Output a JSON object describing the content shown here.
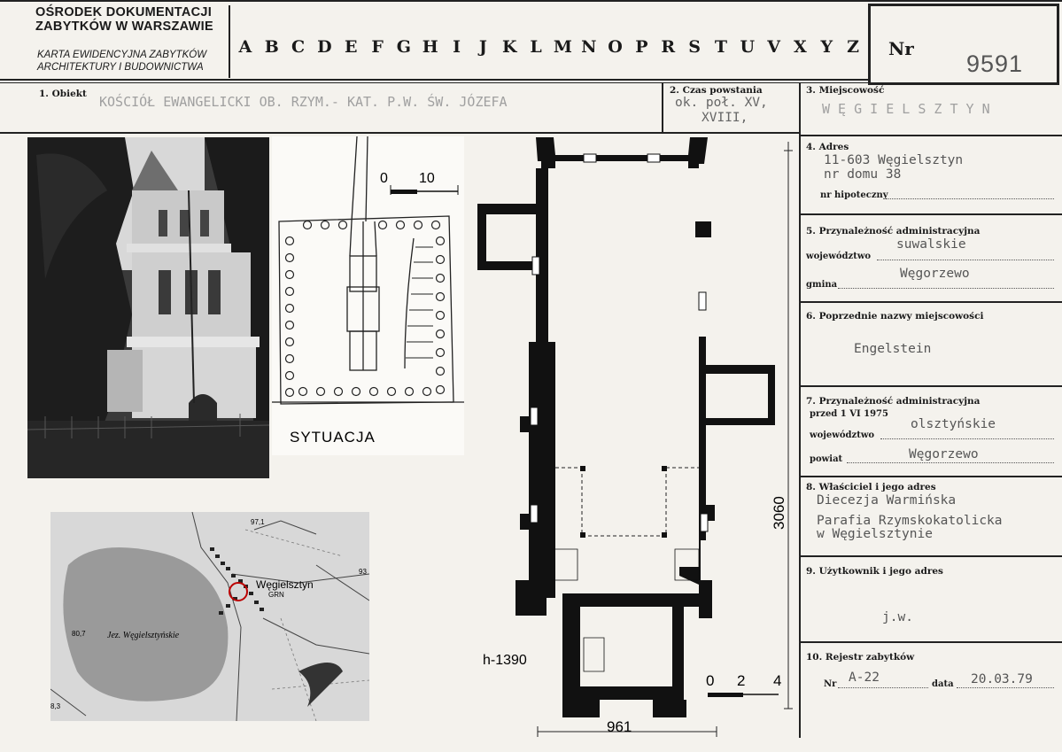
{
  "header": {
    "institution_line1": "OŚRODEK DOKUMENTACJI",
    "institution_line2": "ZABYTKÓW W WARSZAWIE",
    "card_line1": "KARTA EWIDENCYJNA ZABYTKÓW",
    "card_line2": "ARCHITEKTURY I BUDOWNICTWA",
    "letters": [
      "A",
      "B",
      "C",
      "D",
      "E",
      "F",
      "G",
      "H",
      "I",
      "J",
      "K",
      "L",
      "M",
      "N",
      "O",
      "P",
      "R",
      "S",
      "T",
      "U",
      "V",
      "X",
      "Y",
      "Z"
    ],
    "nr_label": "Nr",
    "nr_value": "9591"
  },
  "fields": {
    "obiekt_label": "1. Obiekt",
    "obiekt_value": "KOŚCIÓŁ EWANGELICKI OB. RZYM.- KAT. P.W. ŚW. JÓZEFA",
    "czas_label": "2. Czas powstania",
    "czas_value1": "ok. poł. XV,",
    "czas_value2": "XVIII,",
    "miejscowosc_label": "3. Miejscowość",
    "miejscowosc_value": "W Ę G I E L S Z T Y N",
    "adres_label": "4. Adres",
    "adres_value1": "11-603 Węgielsztyn",
    "adres_value2": "nr domu 38",
    "hipoteczny_label": "nr hipoteczny",
    "przyn_label": "5. Przynależność administracyjna",
    "wojewodztwo_label": "województwo",
    "wojewodztwo_value": "suwalskie",
    "gmina_label": "gmina",
    "gmina_value": "Węgorzewo",
    "poprzednie_label": "6. Poprzednie nazwy miejscowości",
    "poprzednie_value": "Engelstein",
    "przyn7_label": "7. Przynależność administracyjna",
    "przed_label": "przed 1 VI 1975",
    "woj7_label": "województwo",
    "woj7_value": "olsztyńskie",
    "powiat_label": "powiat",
    "powiat_value": "Węgorzewo",
    "wlasciciel_label": "8. Właściciel i jego adres",
    "wlasciciel_value1": "Diecezja Warmińska",
    "wlasciciel_value2": "Parafia Rzymskokatolicka",
    "wlasciciel_value3": "w Węgielsztynie",
    "uzytkownik_label": "9. Użytkownik i jego adres",
    "uzytkownik_value": "j.w.",
    "rejestr_label": "10. Rejestr zabytków",
    "rejestr_nr_label": "Nr",
    "rejestr_nr_value": "A-22",
    "rejestr_data_label": "data",
    "rejestr_data_value": "20.03.79"
  },
  "drawings": {
    "situation_label": "SYTUACJA",
    "situation_scale_0": "0",
    "situation_scale_10": "10",
    "plan_scale_0": "0",
    "plan_scale_2": "2",
    "plan_scale_4": "4",
    "plan_height_label": "h-1390",
    "plan_length_label": "3060",
    "plan_width_label": "961"
  },
  "map": {
    "town_label": "Węgielsztyn",
    "grn_label": "GRN",
    "lake_label": "Jez. Węgielsztyńskie",
    "elev_971": "97,1",
    "elev_93": "93",
    "elev_807": "80,7",
    "elev_83": "8,3"
  }
}
